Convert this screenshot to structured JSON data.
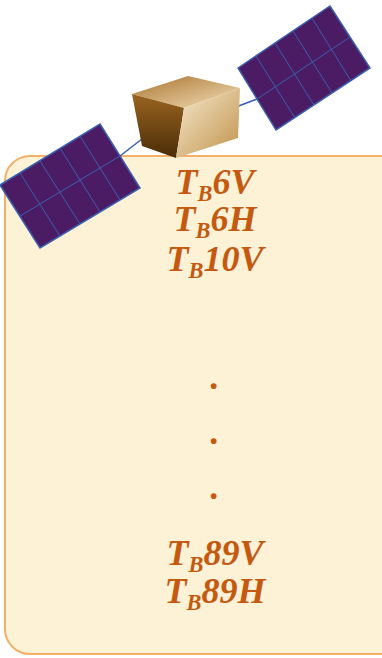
{
  "diagram": {
    "nodes": [
      {
        "text": [
          "TB6V",
          "TB6H",
          "TB10V",
          ".",
          ".",
          ".",
          "TB89V",
          "TB89H"
        ]
      }
    ]
  }
}
